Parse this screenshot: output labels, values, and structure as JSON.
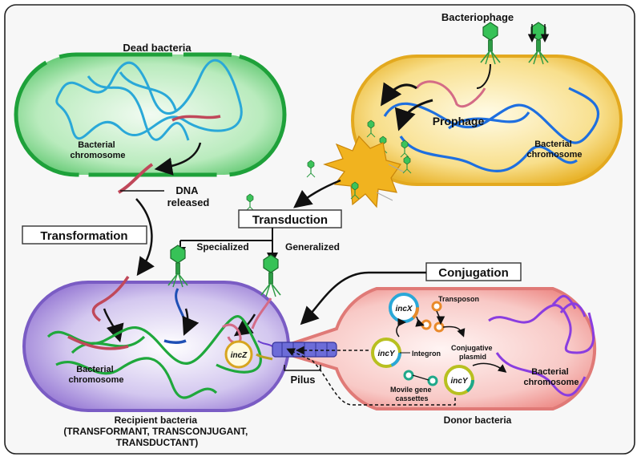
{
  "labels": {
    "dead_bacteria": "Dead bacteria",
    "bacterial_chromosome": [
      "Bacterial",
      "chromosome"
    ],
    "dna_released": [
      "DNA",
      "released"
    ],
    "transformation": "Transformation",
    "bacteriophage": "Bacteriophage",
    "prophage": "Prophage",
    "transduction": "Transduction",
    "specialized": "Specialized",
    "generalized": "Generalized",
    "conjugation": "Conjugation",
    "pilus": "Pilus",
    "incZ": "incZ",
    "incX": "incX",
    "incY": "incY",
    "transposon": "Transposon",
    "integron": "Integron",
    "conjugative_plasmid": [
      "Conjugative",
      "plasmid"
    ],
    "movile_gene_cassettes": [
      "Movile gene",
      "cassettes"
    ],
    "recipient_bacteria": [
      "Recipient bacteria",
      "(TRANSFORMANT, TRANSCONJUGANT,",
      "TRANSDUCTANT)"
    ],
    "donor_bacteria": "Donor bacteria"
  },
  "colors": {
    "dead_cell": "#8fdc9a",
    "lysogen_cell": "#f3c74d",
    "recipient_cell": "#b7a6de",
    "donor_cell": "#f3a5a3",
    "chromosome_blue": "#1e6fe0",
    "chromosome_green": "#1fa83c",
    "chromosome_purple": "#8a3de0",
    "dna_red": "#c0485a",
    "phage_green": "#2fb64b"
  }
}
